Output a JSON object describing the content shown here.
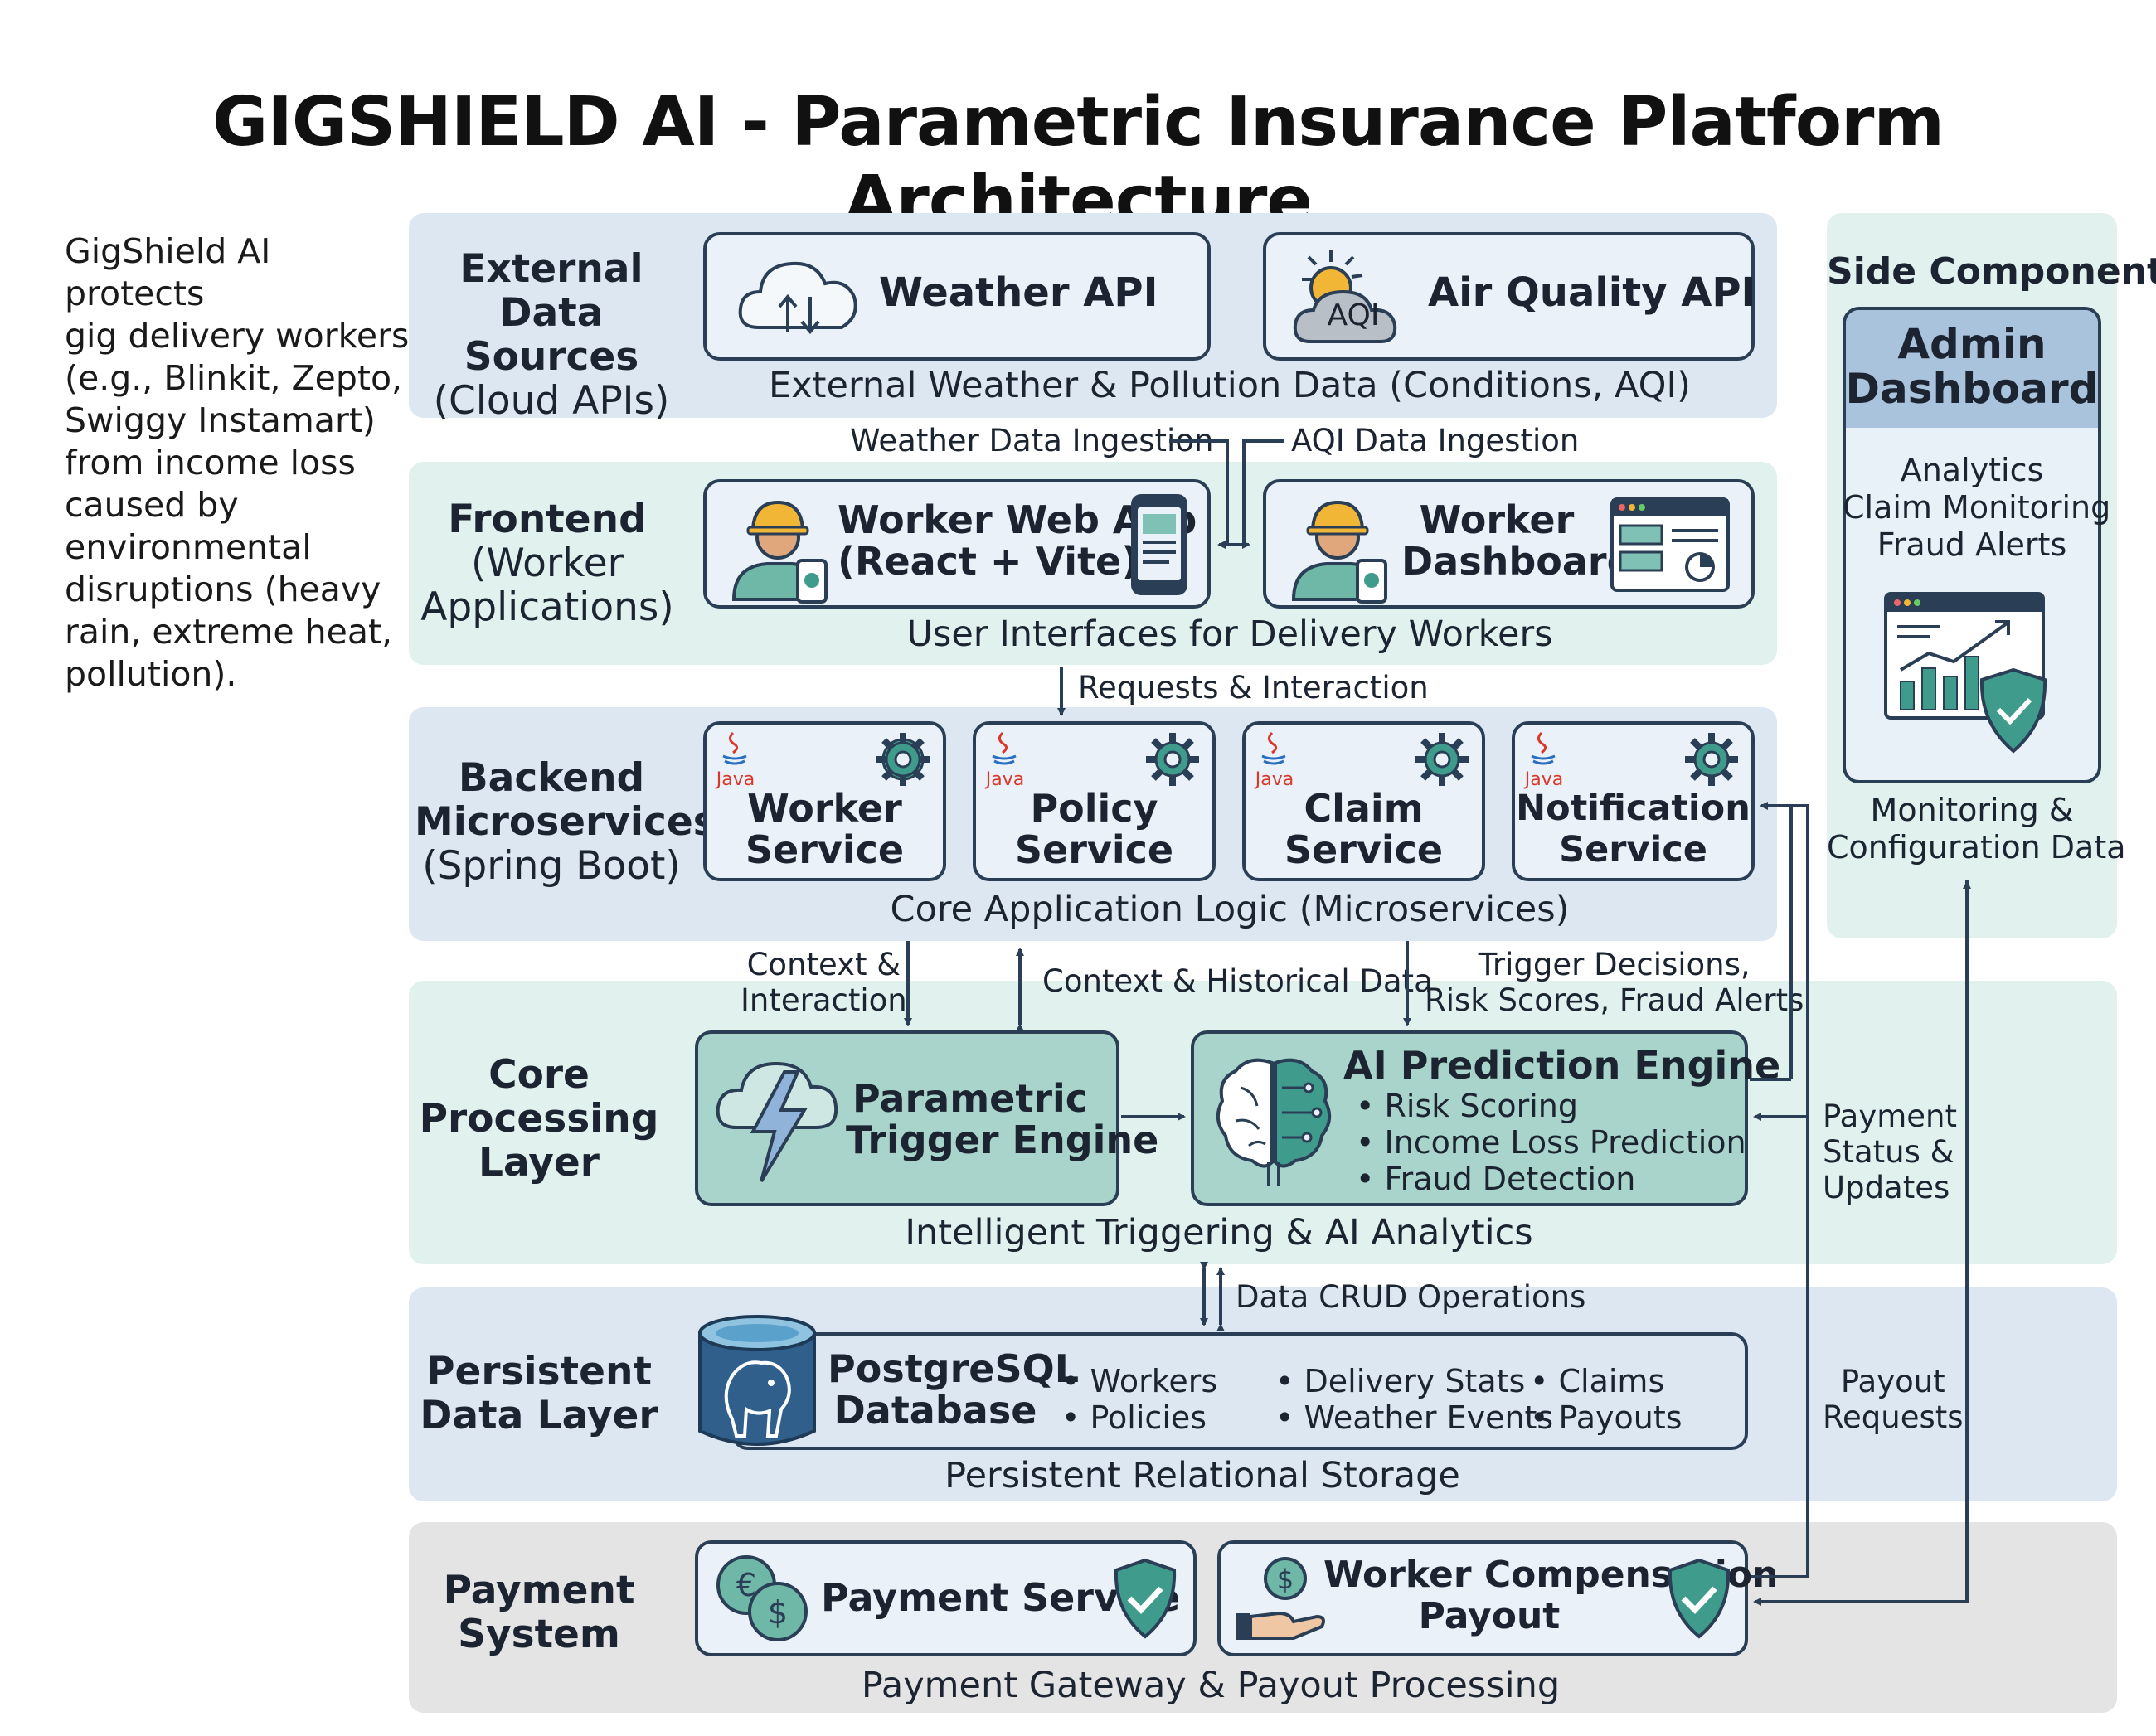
{
  "title": "GIGSHIELD AI - Parametric Insurance Platform Architecture",
  "intro_lines": [
    "GigShield AI protects",
    "gig delivery workers",
    "(e.g., Blinkit, Zepto,",
    "Swiggy Instamart)",
    "from income loss",
    "caused by",
    "environmental",
    "disruptions (heavy",
    "rain, extreme heat,",
    "pollution)."
  ],
  "layers": {
    "external": {
      "label_bold": [
        "External Data",
        "Sources"
      ],
      "label_normal": "(Cloud APIs)",
      "weather_api": "Weather API",
      "air_quality_api": "Air Quality API",
      "aqi_badge": "AQI",
      "caption": "External Weather & Pollution Data (Conditions, AQI)"
    },
    "frontend": {
      "label_bold": "Frontend",
      "label_normal": [
        "(Worker",
        "Applications)"
      ],
      "web_app": [
        "Worker Web App",
        "(React + Vite)"
      ],
      "dashboard": [
        "Worker",
        "Dashboard"
      ],
      "caption": "User Interfaces for Delivery Workers"
    },
    "backend": {
      "label_bold": [
        "Backend",
        "Microservices"
      ],
      "label_normal": "(Spring Boot)",
      "java_tag": "Java",
      "services": [
        {
          "line1": "Worker",
          "line2": "Service"
        },
        {
          "line1": "Policy",
          "line2": "Service"
        },
        {
          "line1": "Claim",
          "line2": "Service"
        },
        {
          "line1": "Notification",
          "line2": "Service"
        }
      ],
      "caption": "Core Application Logic (Microservices)"
    },
    "core": {
      "label_bold": [
        "Core",
        "Processing",
        "Layer"
      ],
      "trigger_engine": [
        "Parametric",
        "Trigger Engine"
      ],
      "ai_engine_title": "AI Prediction Engine",
      "ai_engine_bullets": [
        "Risk Scoring",
        "Income Loss Prediction",
        "Fraud Detection"
      ],
      "caption": "Intelligent Triggering & AI Analytics"
    },
    "data": {
      "label_bold": [
        "Persistent",
        "Data Layer"
      ],
      "db_name": [
        "PostgreSQL",
        "Database"
      ],
      "tables_col1": [
        "Workers",
        "Policies"
      ],
      "tables_col2": [
        "Delivery Stats",
        "Weather Events"
      ],
      "tables_col3": [
        "Claims",
        "Payouts"
      ],
      "caption": "Persistent Relational Storage"
    },
    "payment": {
      "label_bold": [
        "Payment",
        "System"
      ],
      "payment_service": "Payment Service",
      "payout": [
        "Worker Compensation",
        "Payout"
      ],
      "caption": "Payment Gateway & Payout Processing"
    }
  },
  "side": {
    "title": "Side Component",
    "admin_title": [
      "Admin",
      "Dashboard"
    ],
    "admin_features": [
      "Analytics",
      "Claim Monitoring",
      "Fraud Alerts"
    ],
    "caption": [
      "Monitoring &",
      "Configuration Data"
    ]
  },
  "flows": {
    "weather_ingestion": "Weather Data Ingestion",
    "aqi_ingestion": "AQI Data Ingestion",
    "requests": "Requests & Interaction",
    "context_interaction": [
      "Context &",
      "Interaction"
    ],
    "context_historical": "Context & Historical Data",
    "trigger_decisions": [
      "Trigger Decisions,",
      "Risk Scores, Fraud Alerts"
    ],
    "crud": "Data CRUD Operations",
    "payment_status": [
      "Payment",
      "Status &",
      "Updates"
    ],
    "payout_requests": [
      "Payout",
      "Requests"
    ]
  },
  "colors": {
    "band_blue": "#dde7f2",
    "band_teal": "#e0f1ee",
    "band_gray": "#e4e4e4",
    "box_fill": "#eaf1f8",
    "teal_box": "#a9d4cb",
    "dark": "#2a3f55",
    "accent_teal": "#3f9c8c"
  }
}
